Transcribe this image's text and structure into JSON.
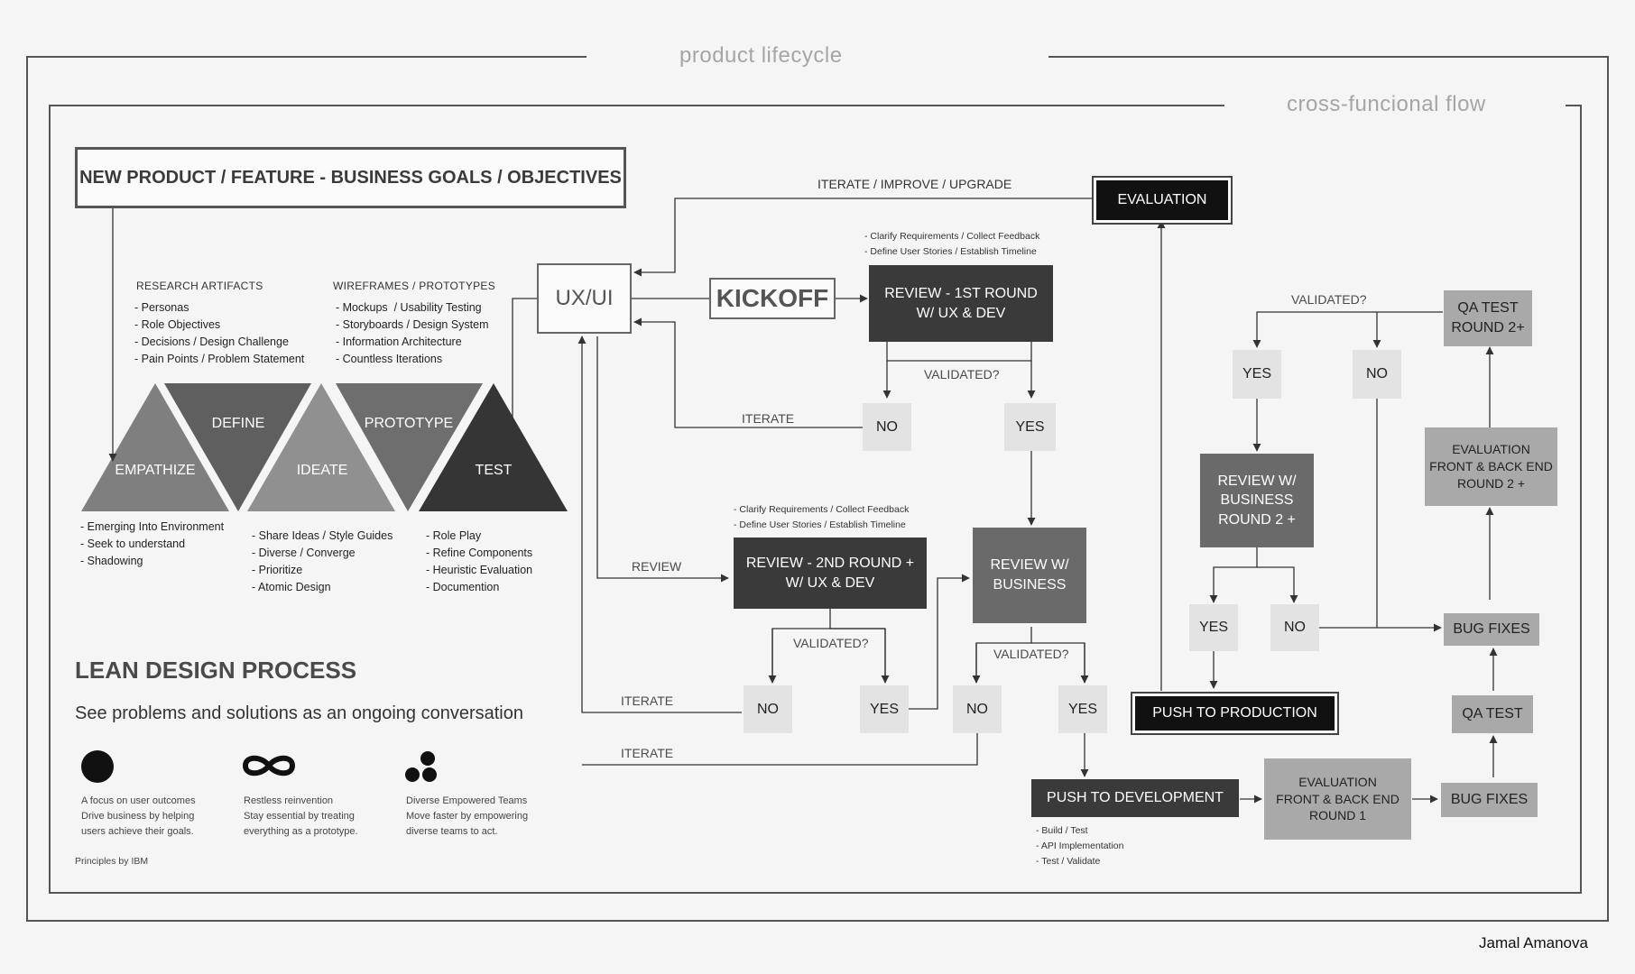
{
  "titles": {
    "lifecycle": "product lifecycle",
    "cross_functional": "cross-funcional flow",
    "goals": "NEW PRODUCT / FEATURE - BUSINESS GOALS / OBJECTIVES",
    "author": "Jamal Amanova"
  },
  "research": {
    "heading": "RESEARCH ARTIFACTS",
    "items": "- Personas\n- Role Objectives\n- Decisions / Design Challenge\n- Pain Points / Problem Statement"
  },
  "wireframes": {
    "heading": "WIREFRAMES / PROTOTYPES",
    "items": "- Mockups  / Usability Testing\n- Storyboards / Design System\n- Information Architecture\n- Countless Iterations"
  },
  "triangles": {
    "empathize": "EMPATHIZE",
    "define": "DEFINE",
    "ideate": "IDEATE",
    "prototype": "PROTOTYPE",
    "test": "TEST"
  },
  "phase_lists": {
    "empathize": "- Emerging Into Environment\n- Seek to understand\n- Shadowing",
    "ideate": "- Share Ideas / Style Guides\n- Diverse / Converge\n- Prioritize\n- Atomic Design",
    "test": "- Role Play\n- Refine Components\n- Heuristic Evaluation\n- Documention"
  },
  "lean": {
    "title": "LEAN DESIGN PROCESS",
    "subtitle": "See problems and solutions as an ongoing conversation",
    "principles": [
      {
        "icon": "dot-icon",
        "text": "A focus on user outcomes\nDrive business by helping\nusers achieve their goals."
      },
      {
        "icon": "infinity-icon",
        "text": "Restless reinvention\nStay essential by treating\neverything as a prototype."
      },
      {
        "icon": "team-dots-icon",
        "text": "Diverse Empowered Teams\nMove faster by empowering\ndiverse teams to act."
      }
    ],
    "credit": "Principles  by IBM"
  },
  "flow": {
    "uxui": "UX/UI",
    "kickoff": "KICKOFF",
    "evaluation": "EVALUATION",
    "iterate_improve": "ITERATE / IMPROVE / UPGRADE",
    "review1_notes": "- Clarify Requirements / Collect Feedback\n- Define User Stories / Establish Timeline",
    "review1": "REVIEW - 1ST ROUND\nW/ UX & DEV",
    "validated": "VALIDATED?",
    "no": "NO",
    "yes": "YES",
    "iterate": "ITERATE",
    "review": "REVIEW",
    "review2_notes": "- Clarify Requirements / Collect Feedback\n- Define User Stories / Establish Timeline",
    "review2": "REVIEW - 2ND ROUND +\nW/ UX & DEV",
    "review_business": "REVIEW W/\nBUSINESS",
    "push_dev": "PUSH TO DEVELOPMENT",
    "dev_notes": "- Build / Test\n- API Implementation\n- Test / Validate",
    "eval_round1": "EVALUATION\nFRONT & BACK END\nROUND 1",
    "bug_fixes": "BUG FIXES",
    "qa_test": "QA TEST",
    "push_prod": "PUSH TO PRODUCTION",
    "review_business2": "REVIEW W/\nBUSINESS\nROUND 2 +",
    "eval_round2": "EVALUATION\nFRONT & BACK END\nROUND 2 +",
    "qa_test2": "QA TEST\nROUND 2+"
  }
}
